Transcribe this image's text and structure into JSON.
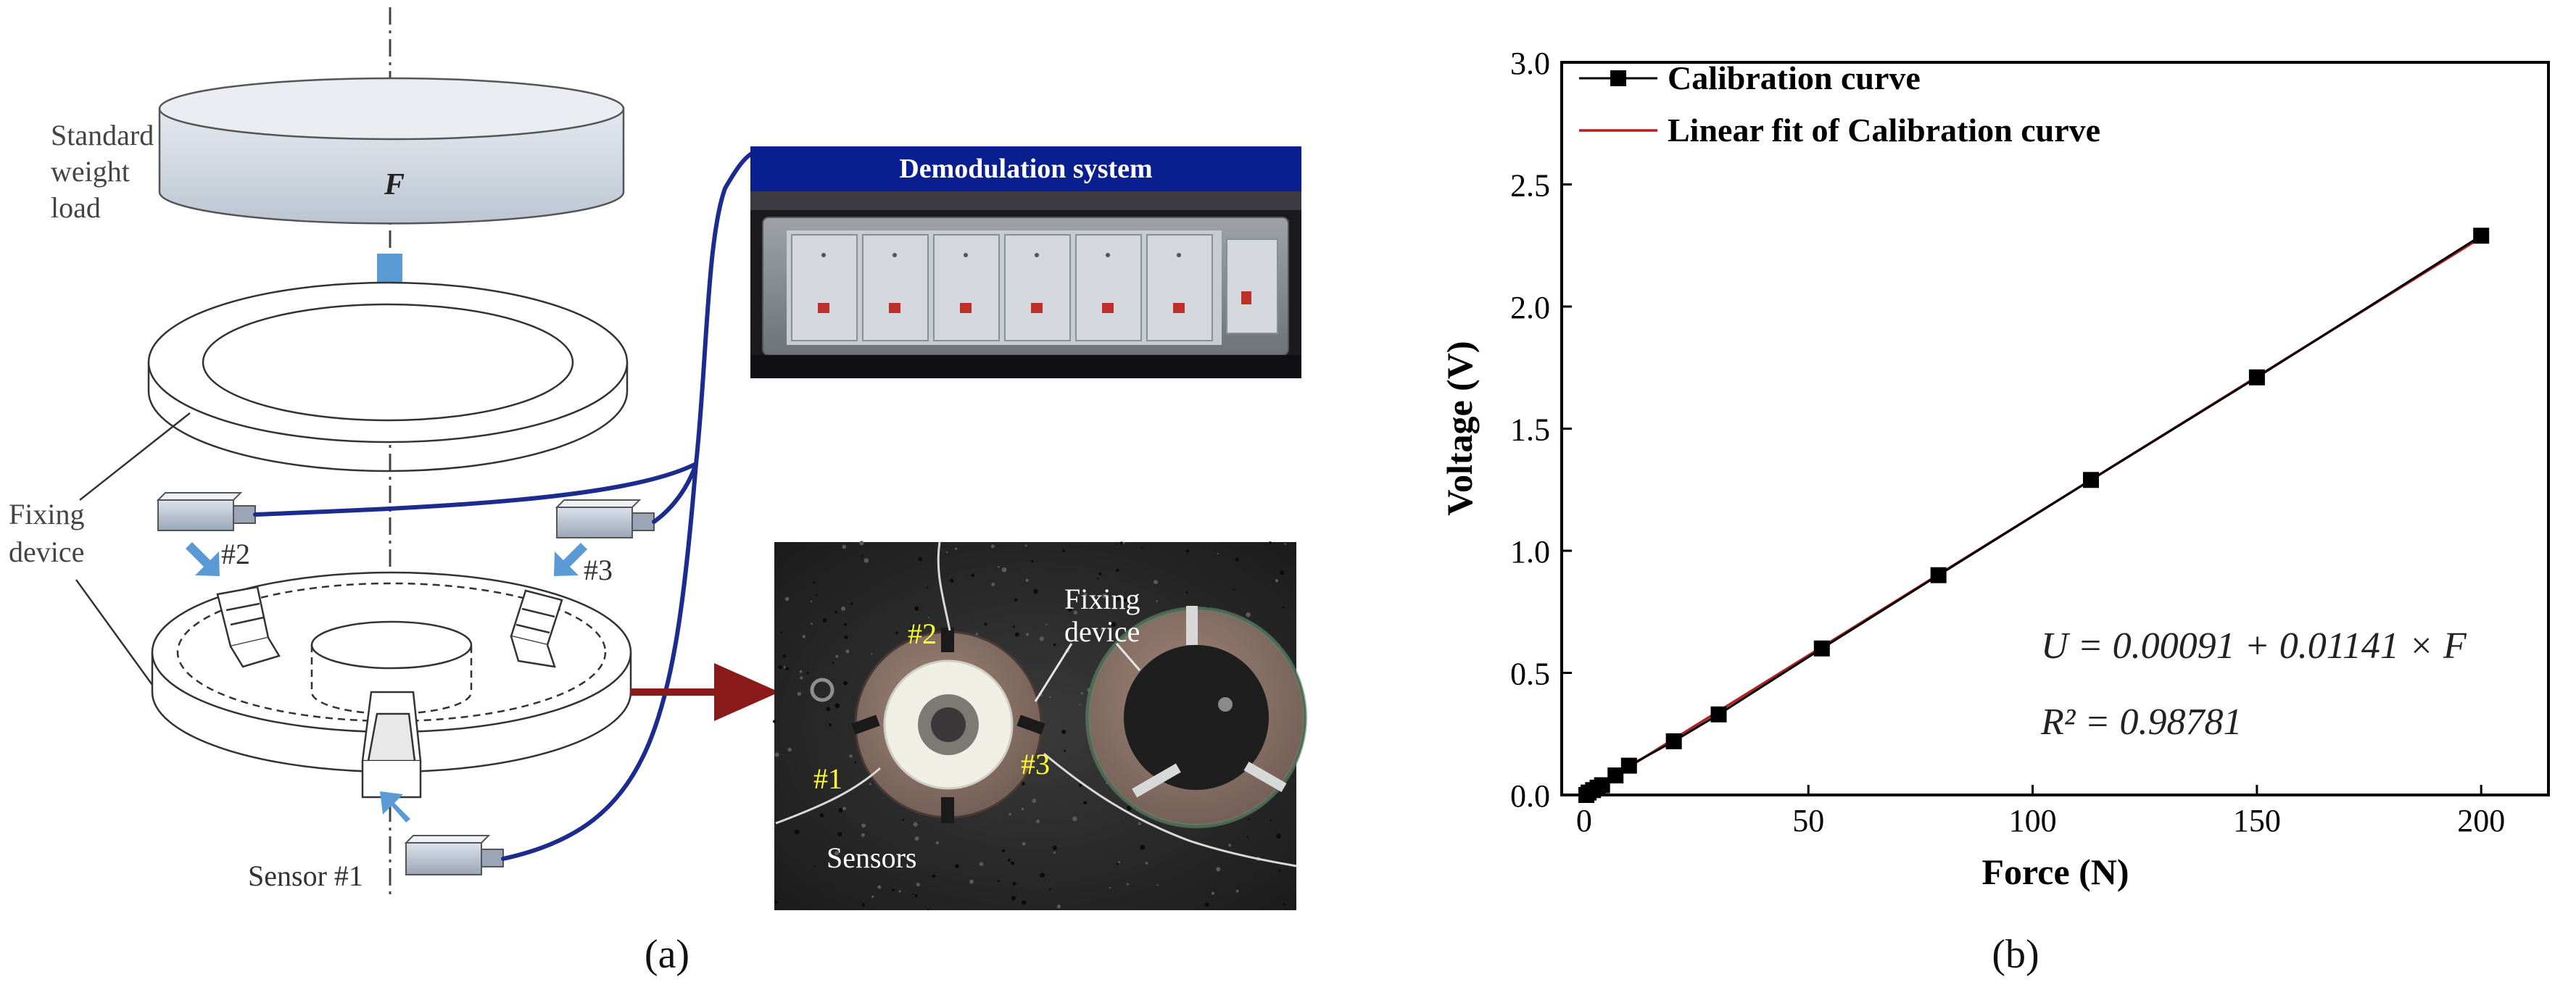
{
  "panel_a": {
    "label": "(a)",
    "weight_label_lines": [
      "Standard",
      "weight",
      "load"
    ],
    "force_symbol": "F",
    "fixing_device_lines": [
      "Fixing",
      "device"
    ],
    "sensor_2": "#2",
    "sensor_3": "#3",
    "sensor_1": "Sensor #1",
    "demod_title": "Demodulation system",
    "photo": {
      "tag_1": "#1",
      "tag_2": "#2",
      "tag_3": "#3",
      "fixing_lines": [
        "Fixing",
        "device"
      ],
      "sensors": "Sensors"
    }
  },
  "panel_b": {
    "label": "(b)",
    "equation_1": "U = 0.00091 + 0.01141 × F",
    "equation_2": "R² = 0.98781"
  },
  "colors": {
    "fiber": "#1c2c8e",
    "arrow": "#5b9bd5",
    "red_arrow": "#8b1a1a",
    "fit_line": "#b22222",
    "demod_header": "#0a1f8f"
  },
  "chart_data": {
    "type": "scatter",
    "xlabel": "Force (N)",
    "ylabel": "Voltage (V)",
    "xlim": [
      -5,
      215
    ],
    "ylim": [
      0,
      3.0
    ],
    "x_ticks": [
      0,
      50,
      100,
      150,
      200
    ],
    "y_ticks": [
      0.0,
      0.5,
      1.0,
      1.5,
      2.0,
      2.5,
      3.0
    ],
    "legend_position": "top-left",
    "series": [
      {
        "name": "Calibration curve",
        "x": [
          0.5,
          1,
          2,
          3,
          4,
          7,
          10,
          20,
          30,
          53,
          79,
          113,
          150,
          200
        ],
        "y": [
          0.0,
          0.01,
          0.02,
          0.03,
          0.04,
          0.08,
          0.12,
          0.22,
          0.33,
          0.6,
          0.9,
          1.29,
          1.71,
          2.29
        ]
      },
      {
        "name": "Linear fit of Calibration curve",
        "fit": {
          "intercept": 0.00091,
          "slope": 0.01141
        },
        "x_range": [
          0,
          200
        ]
      }
    ]
  }
}
